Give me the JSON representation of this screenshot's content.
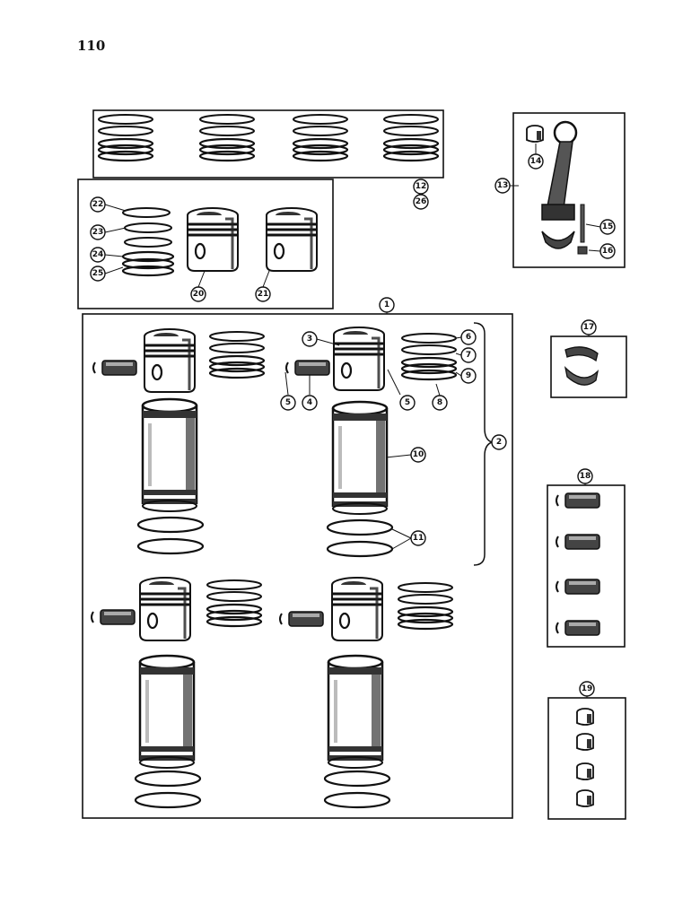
{
  "page": {
    "number": "110"
  },
  "callouts": {
    "c1": "1",
    "c2": "2",
    "c3": "3",
    "c4": "4",
    "c5a": "5",
    "c5b": "5",
    "c6": "6",
    "c7": "7",
    "c8": "8",
    "c9": "9",
    "c10": "10",
    "c11": "11",
    "c12": "12",
    "c26": "26",
    "c13": "13",
    "c14": "14",
    "c15": "15",
    "c16": "16",
    "c17": "17",
    "c18": "18",
    "c19": "19",
    "c20": "20",
    "c21": "21",
    "c22": "22",
    "c23": "23",
    "c24": "24",
    "c25": "25"
  }
}
